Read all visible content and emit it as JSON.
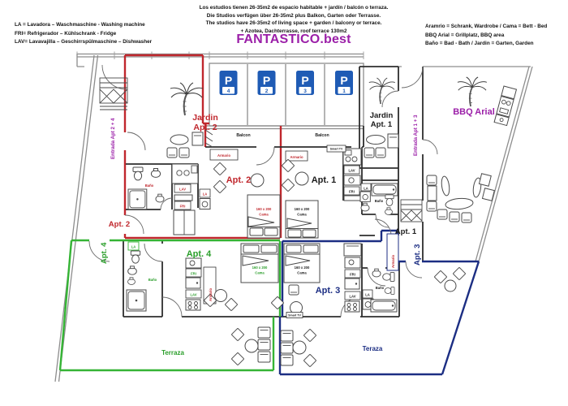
{
  "colors": {
    "apt2_red": "#c0272d",
    "apt4_green": "#35b435",
    "apt3_blue": "#1c2e83",
    "accent_purple": "#9b1fa8",
    "parking_sign_blue": "#1f5bb5",
    "wall_gray": "#8d8d8d",
    "wall_black": "#2e2e2e"
  },
  "header": {
    "left_legend": [
      "LA = Lavadora – Waschmaschine - Washing machine",
      "FRI= Refrigerador – Kühlschrank - Fridge",
      "LAV= Lavavajilla – Geschirrspülmaschine – Dishwasher"
    ],
    "center": {
      "line1": "Los estudios tienen 26-35m2 de espacio habitable + jardín / balcón o terraza.",
      "line2": "Die Studios verfügen über 26-35m2 plus Balkon, Garten oder Terrasse.",
      "line3": "The studios have 26-35m2 of living space + garden / balcony or terrace.",
      "line4": "+ Azotea, Dachterrasse, roof terrace 130m2",
      "brand": "FANTASTICO.best"
    },
    "right_legend": [
      "Aramrio = Schrank, Wardrobe / Cama = Bett - Bed",
      "BBQ Arial = Grillplatz, BBQ area",
      "Baño = Bad - Bath / Jardin = Garten, Garden"
    ]
  },
  "parking": {
    "sign": "P",
    "stalls": [
      "4",
      "2",
      "3",
      "1"
    ]
  },
  "shared_labels": {
    "lav": "LAV",
    "fri": "FRI",
    "la": "LA",
    "armario": "Armario",
    "bano": "Baño",
    "balcon": "Balcon",
    "smart_tv": "Smart TV",
    "bed_size": "160 x 200",
    "bed_word": "Cama"
  },
  "areas": {
    "jardin_apt2": {
      "line1": "Jardin",
      "line2": "Apt. 2"
    },
    "jardin_apt1": {
      "line1": "Jardin",
      "line2": "Apt. 1"
    },
    "apt1": "Apt. 1",
    "apt2": "Apt. 2",
    "apt3": "Apt. 3",
    "apt4": "Apt. 4",
    "entrance_apt1": "Apt. 1",
    "entrance_apt2": "Apt. 2",
    "entrance_apt3": "Apt. 3",
    "entrance_apt4": "Apt. 4",
    "bbq_area": "BBQ Arial",
    "terrace_green": "Terraza",
    "terrace_blue": "Teraza",
    "entrada_2_4": "Entrada Apt 2 + 4",
    "entrada_1_3": "Entrada Apt 1 + 3"
  }
}
